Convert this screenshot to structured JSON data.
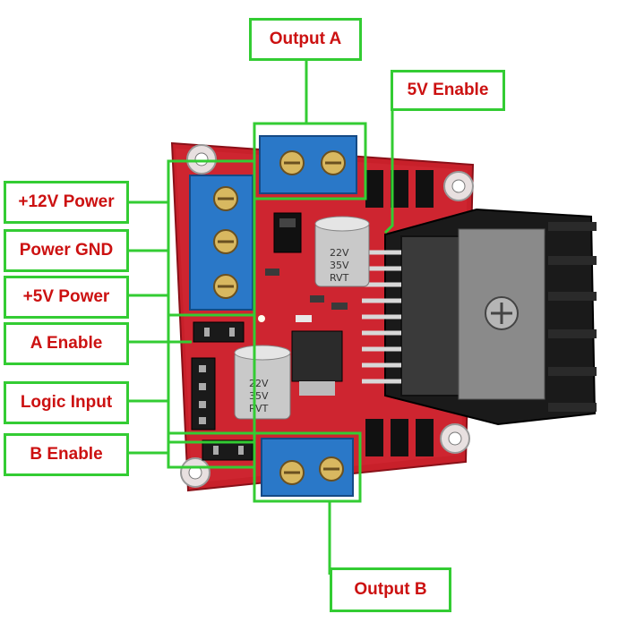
{
  "labels": {
    "output_a": "Output A",
    "enable_5v": "5V Enable",
    "power_12v": "+12V Power",
    "power_gnd": "Power GND",
    "power_5v": "+5V Power",
    "a_enable": "A Enable",
    "logic_input": "Logic Input",
    "b_enable": "B Enable",
    "output_b": "Output B"
  },
  "capacitor_upper": {
    "line1": "22V",
    "line2": "35V",
    "line3": "RVT"
  },
  "capacitor_lower": {
    "line1": "22V",
    "line2": "35V",
    "line3": "RVT"
  },
  "colors": {
    "callout_border": "#33cc33",
    "callout_text": "#cc1111",
    "pcb": "#c8202a",
    "terminal_block": "#2a78c8",
    "heatsink": "#1a1a1a"
  }
}
